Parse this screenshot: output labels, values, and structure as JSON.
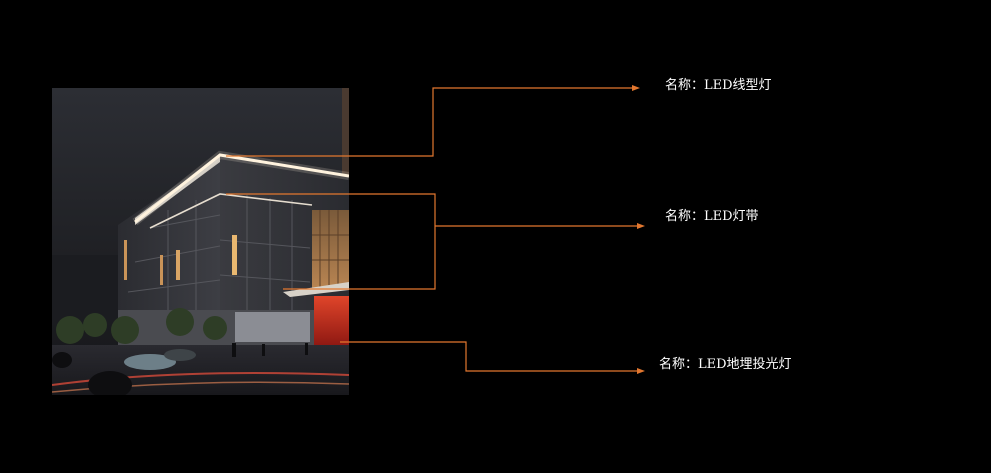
{
  "callouts": [
    {
      "text": "名称：LED线型灯"
    },
    {
      "text": "名称：LED灯带"
    },
    {
      "text": "名称：LED地埋投光灯"
    }
  ],
  "colors": {
    "background": "#000000",
    "leader_line": "#e2772f",
    "label_text": "#ffffff",
    "led_glow": "#fff3df",
    "facade": "#34353a",
    "red_glow": "#c8221c"
  }
}
